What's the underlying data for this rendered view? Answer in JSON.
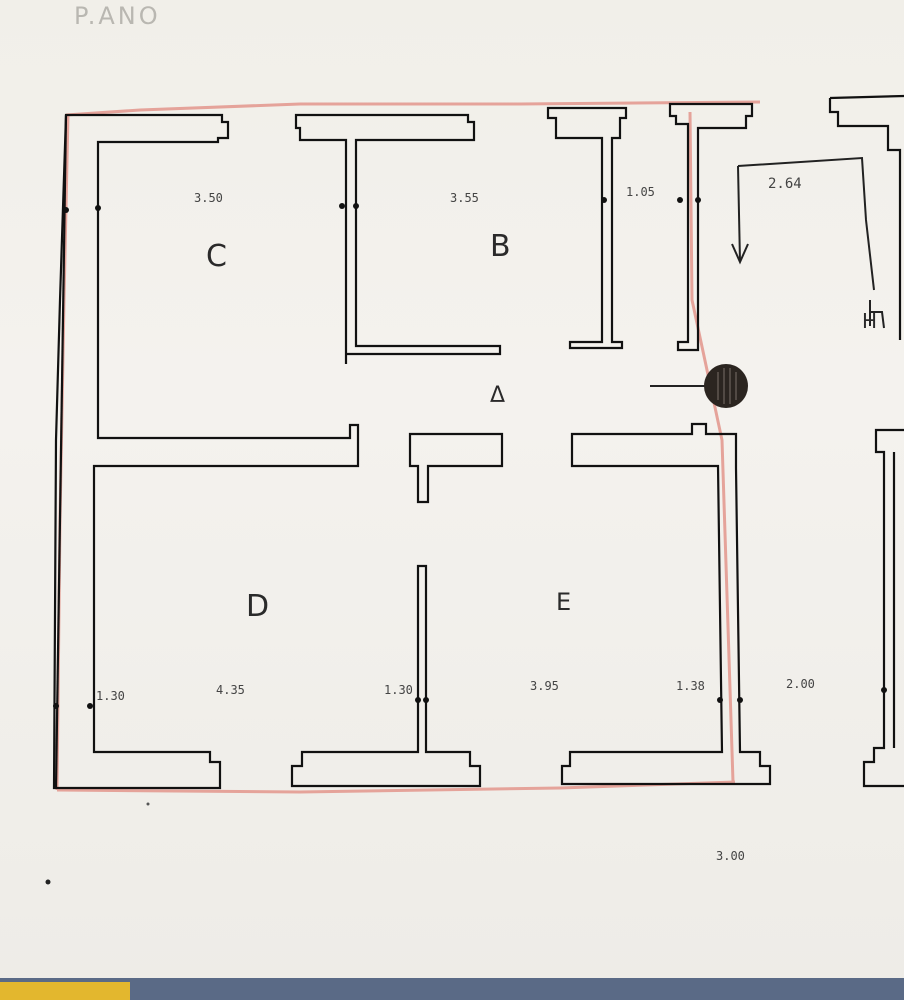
{
  "header": {
    "text": "P.ANO"
  },
  "rooms": {
    "C": "C",
    "B": "B",
    "A": "Δ",
    "D": "D",
    "E": "E",
    "side": "H"
  },
  "dimensions": {
    "c_top": "3.50",
    "b_top": "3.55",
    "corr_top": "1.05",
    "stair_top": "2.64",
    "d_left": "1.30",
    "d_mid": "4.35",
    "d_right": "1.30",
    "e_left": "3.95",
    "e_right": "1.38",
    "right_bottom": "2.00",
    "below": "3.00"
  },
  "colors": {
    "wall": "#111111",
    "boundary": "#e5a39a",
    "marker": "#2b2520"
  }
}
